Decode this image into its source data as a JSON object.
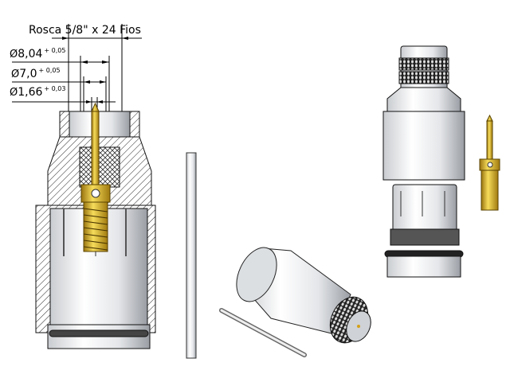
{
  "drawing": {
    "type": "technical connector assembly drawing",
    "annotations": {
      "thread": "Rosca 5/8\" x 24 Fios",
      "dim1": {
        "symbol": "Ø",
        "value": "8,04",
        "tolerance": "+ 0,05"
      },
      "dim2": {
        "symbol": "Ø",
        "value": "7,0",
        "tolerance": "+ 0,05"
      },
      "dim3": {
        "symbol": "Ø",
        "value": "1,66",
        "tolerance": "+ 0,03"
      }
    },
    "views": [
      {
        "name": "section-view",
        "description": "Cross-section of connector with gold center pin"
      },
      {
        "name": "rod",
        "description": "Straight rod component"
      },
      {
        "name": "isometric-view",
        "description": "Assembled connector isometric"
      },
      {
        "name": "exploded-view",
        "description": "Exploded components: knurled nut body, sleeve, gold pin"
      }
    ],
    "colors": {
      "gold": "#d4a017",
      "red_seal": "#b0202a",
      "steel_light": "#eef0f2",
      "steel_dark": "#8a8e94",
      "outline": "#1a1a1a"
    }
  }
}
